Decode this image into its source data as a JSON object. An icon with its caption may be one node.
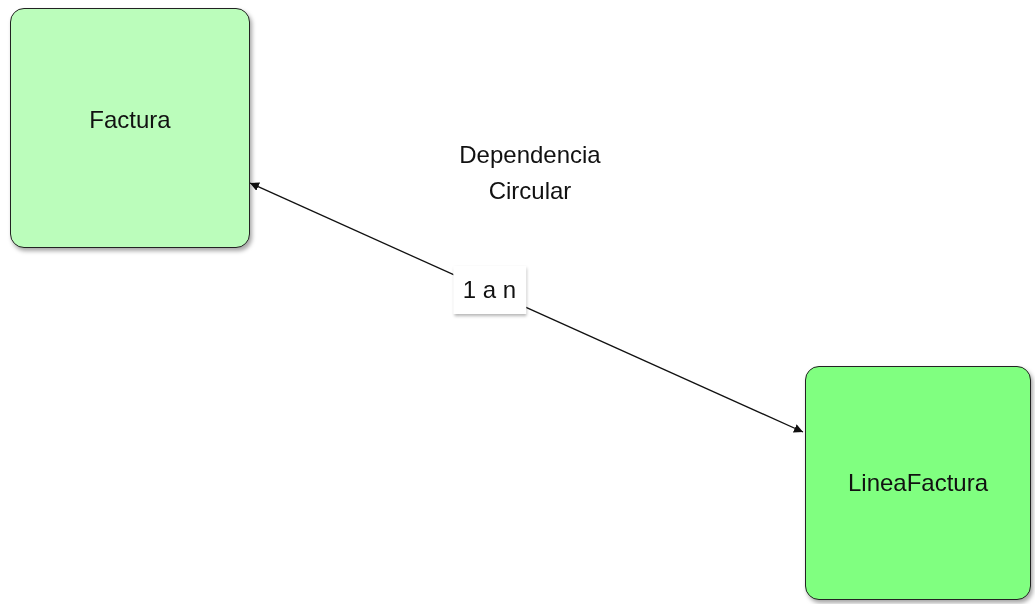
{
  "diagram": {
    "nodes": [
      {
        "text": [
          "Factura"
        ]
      },
      {
        "text": [
          "LineaFactura"
        ]
      }
    ],
    "edges": [
      {
        "from": 0,
        "to": 1,
        "arrow": "both",
        "label": "1 a n"
      }
    ],
    "labels": [
      "Dependencia Circular"
    ]
  }
}
